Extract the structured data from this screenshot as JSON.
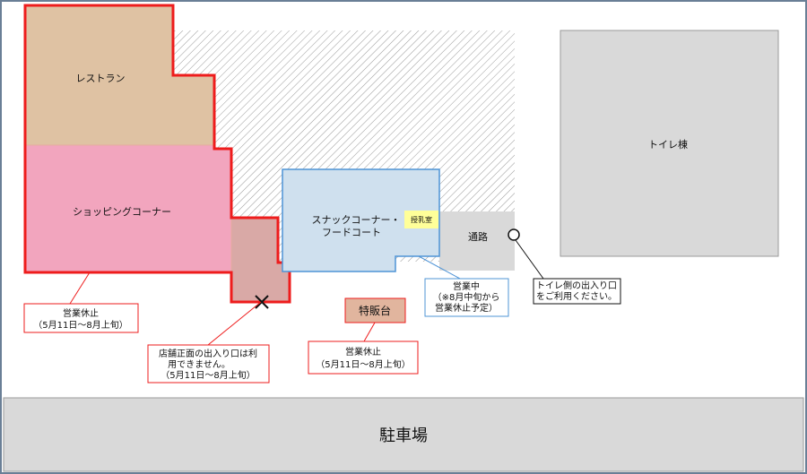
{
  "labels": {
    "restaurant": "レストラン",
    "shopping_corner": "ショッピングコーナー",
    "snack_line1": "スナックコーナー・",
    "snack_line2": "フードコート",
    "nursing_room": "授乳室",
    "passage": "通路",
    "toilet_building": "トイレ棟",
    "special_stall": "特販台",
    "parking": "駐車場"
  },
  "callouts": {
    "shopping_closed": {
      "line1": "営業休止",
      "line2": "（5月11日〜8月上旬）"
    },
    "front_entrance": {
      "line1": "店舗正面の出入り口は利",
      "line2": "用できません。",
      "line3": "（5月11日〜8月上旬）"
    },
    "stall_closed": {
      "line1": "営業休止",
      "line2": "（5月11日〜8月上旬）"
    },
    "snack_open": {
      "line1": "営業中",
      "line2": "（※8月中旬から",
      "line3": "営業休止予定）"
    },
    "toilet_entrance": {
      "line1": "トイレ側の出入り口",
      "line2": "をご利用ください。"
    }
  },
  "colors": {
    "restaurant_fill": "#dfc2a3",
    "shopping_fill": "#f2a5be",
    "entrance_fill": "#d9a9a6",
    "building_outline": "#ee1c1c",
    "snack_fill": "#cfe0ee",
    "snack_outline": "#4f94d6",
    "nursing_fill": "#ffff99",
    "toilet_fill": "#d9d9d9",
    "parking_fill": "#d9d9d9",
    "stall_fill": "#e1b59e"
  }
}
